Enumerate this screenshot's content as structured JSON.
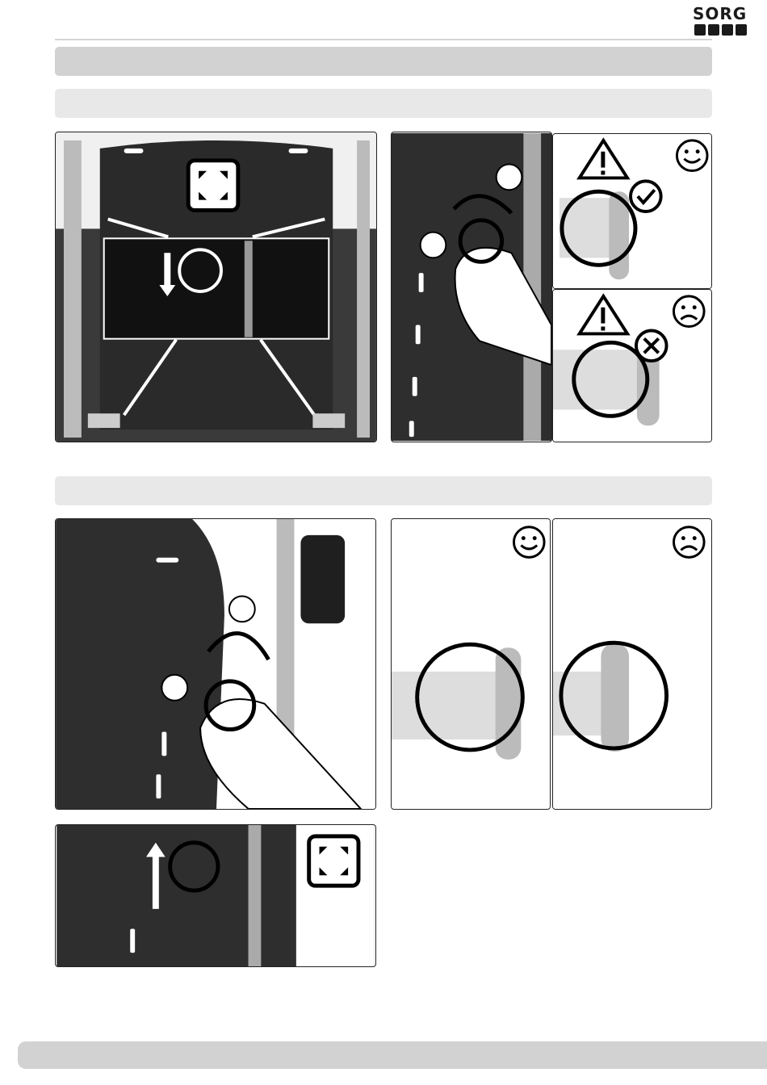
{
  "logo": {
    "text": "SORG"
  },
  "illustrations": [
    {
      "id": "chassis-overview",
      "icon": "expand-arrows-icon"
    },
    {
      "id": "loosen-screw",
      "icon": "rotate-arrow-icon"
    },
    {
      "id": "good-engagement",
      "icons": [
        "warning-icon",
        "happy-face-icon",
        "check-icon"
      ]
    },
    {
      "id": "bad-engagement",
      "icons": [
        "warning-icon",
        "sad-face-icon",
        "cross-icon"
      ]
    },
    {
      "id": "tighten-screw",
      "icon": "rotate-arrow-icon"
    },
    {
      "id": "correct-detail",
      "icon": "happy-face-icon"
    },
    {
      "id": "incorrect-detail",
      "icon": "sad-face-icon"
    },
    {
      "id": "slide-up",
      "icon": "expand-arrows-icon"
    }
  ],
  "colors": {
    "band_dark": "#d2d2d2",
    "band_light": "#e8e8e8",
    "photo_dark": "#2e2e2e"
  }
}
